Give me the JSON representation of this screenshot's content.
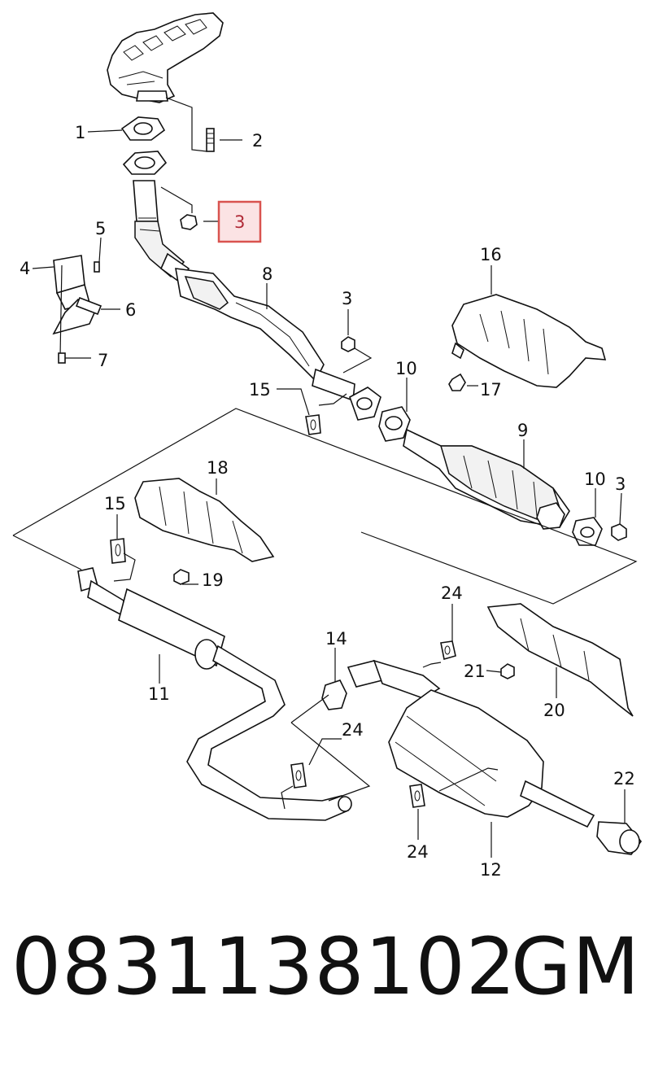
{
  "callouts": {
    "c1": "1",
    "c2": "2",
    "c3a": "3",
    "c3b": "3",
    "c3c": "3",
    "c4": "4",
    "c5": "5",
    "c6": "6",
    "c7": "7",
    "c8": "8",
    "c9": "9",
    "c10a": "10",
    "c10b": "10",
    "c11": "11",
    "c12": "12",
    "c14": "14",
    "c15a": "15",
    "c15b": "15",
    "c16": "16",
    "c17": "17",
    "c18": "18",
    "c19": "19",
    "c20": "20",
    "c21": "21",
    "c22": "22",
    "c24a": "24",
    "c24b": "24",
    "c24c": "24"
  },
  "highlight": {
    "callout": "3",
    "color": "#d9534f"
  },
  "footer": {
    "part_number": "0831138102",
    "brand": "GM"
  }
}
